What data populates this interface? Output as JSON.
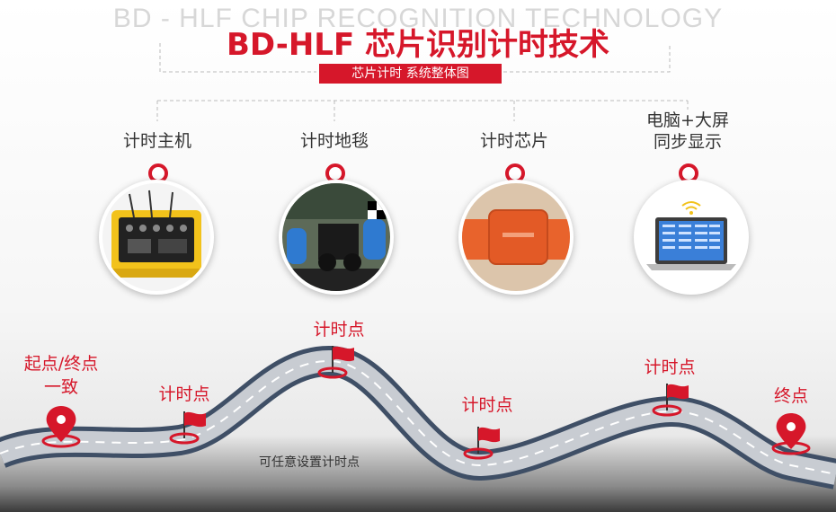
{
  "header": {
    "subtitle_en": "BD - HLF CHIP  RECOGNITION TECHNOLOGY",
    "title": "BD-HLF 芯片识别计时技术",
    "badge": "芯片计时 系统整体图"
  },
  "features": [
    {
      "label": "计时主机",
      "icon": "timing-host-icon"
    },
    {
      "label": "计时地毯",
      "icon": "timing-mat-icon"
    },
    {
      "label": "计时芯片",
      "icon": "timing-chip-icon"
    },
    {
      "label_line1": "电脑+大屏",
      "label_line2": "同步显示",
      "icon": "laptop-screen-icon"
    }
  ],
  "route": {
    "start_line1": "起点/终点",
    "start_line2": "一致",
    "checkpoint": "计时点",
    "finish": "终点",
    "caption": "可任意设置计时点"
  },
  "colors": {
    "accent": "#d6172a",
    "road": "#3f4f66",
    "road_surface": "#c8ccd2"
  }
}
